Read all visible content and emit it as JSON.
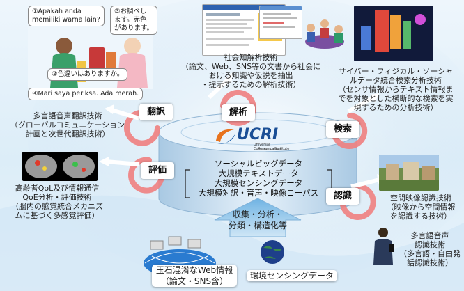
{
  "center": {
    "logo_text": "UCRI",
    "logo_sub1": "Universal Communication",
    "logo_sub2": "Research Institute",
    "db_lines": [
      "ソーシャルビッグデータ",
      "大規模テキストデータ",
      "大規模センシングデータ",
      "大規模対訳・音声・映像コーパス"
    ],
    "arrow_lines": [
      "収集・分析・",
      "分類・構造化等"
    ]
  },
  "verbs": {
    "analysis": "解析",
    "search": "検索",
    "translate": "翻訳",
    "evaluate": "評価",
    "recognize": "認識"
  },
  "bubbles": {
    "b1_l1": "①Apakah anda",
    "b1_l2": "memiliki warna lain?",
    "b2_l1": "③お調べし",
    "b2_l2": "ます。赤色",
    "b2_l3": "があります。",
    "b3": "②色違いはありますか。",
    "b4": "④Mari saya periksa. Ada merah."
  },
  "tech": {
    "social": [
      "社会知解析技術",
      "（論文、Web、SNS等の文書から社会に",
      "おける知識や仮説を抽出",
      "・提示するための解析技術）"
    ],
    "cyber": [
      "サイバー・フィジカル・ソーシャ",
      "ルデータ統合検索分析技術",
      "（センサ情報からテキスト情報ま",
      "でを対象とした横断的な検索を実",
      "現するための分析技術）"
    ],
    "translation": [
      "多言語音声翻訳技術",
      "（グローバルコミュニケーション",
      "計画と次世代翻訳技術）"
    ],
    "elderly": [
      "高齢者QoL及び情報通信",
      "QoE分析・評価技術",
      "（脳内の感覚統合メカニズ",
      "ムに基づく多感覚評価）"
    ],
    "spatial": [
      "空間映像認識技術",
      "（映像から空間情報",
      "を認識する技術）"
    ],
    "speech": [
      "多言語音声",
      "認識技術",
      "（多言語・自由発",
      "話認識技術）"
    ]
  },
  "bottom": {
    "web_l1": "玉石混淆なWeb情報",
    "web_l2": "（論文・SNS含）",
    "sensing": "環境センシングデータ"
  },
  "colors": {
    "cycle": "#f08080",
    "cylinder": "#cfe3f3",
    "up_arrow": "#8fc4e8",
    "background": "#e3f0fa"
  }
}
